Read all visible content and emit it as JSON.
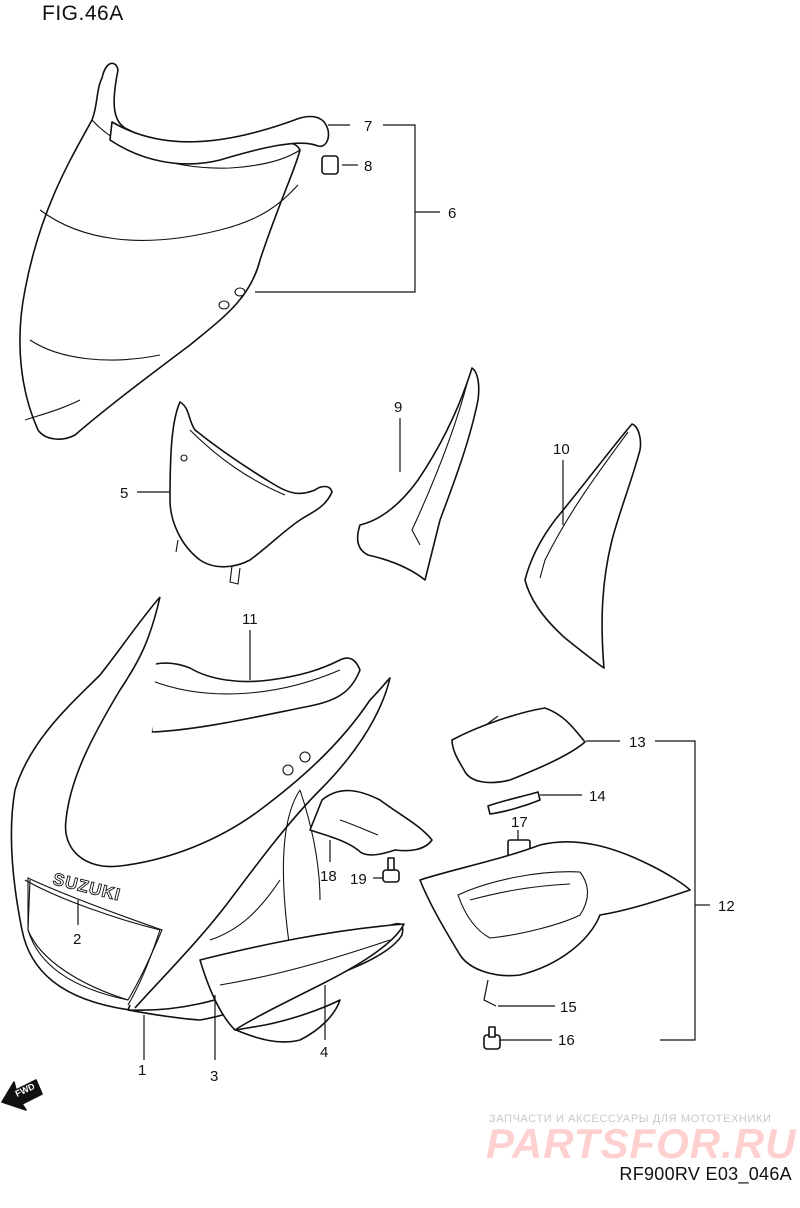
{
  "title": "FIG.46A",
  "footer_code": "RF900RV E03_046A",
  "watermark": {
    "tagline": "ЗАПЧАСТИ И АКСЕССУАРЫ ДЛЯ МОТОТЕХНИКИ",
    "logo": "PARTSFOR.RU"
  },
  "brand_text": "SUZUKI",
  "direction_label": "FWD",
  "callouts": {
    "c1": "1",
    "c2": "2",
    "c3": "3",
    "c4": "4",
    "c5": "5",
    "c6": "6",
    "c7": "7",
    "c8": "8",
    "c9": "9",
    "c10": "10",
    "c11": "11",
    "c12": "12",
    "c13": "13",
    "c14": "14",
    "c15": "15",
    "c16": "16",
    "c17": "17",
    "c18": "18",
    "c19": "19"
  },
  "colors": {
    "line": "#111111",
    "watermark_red": "#ffd0d0",
    "watermark_gray": "#c8c8c8"
  }
}
